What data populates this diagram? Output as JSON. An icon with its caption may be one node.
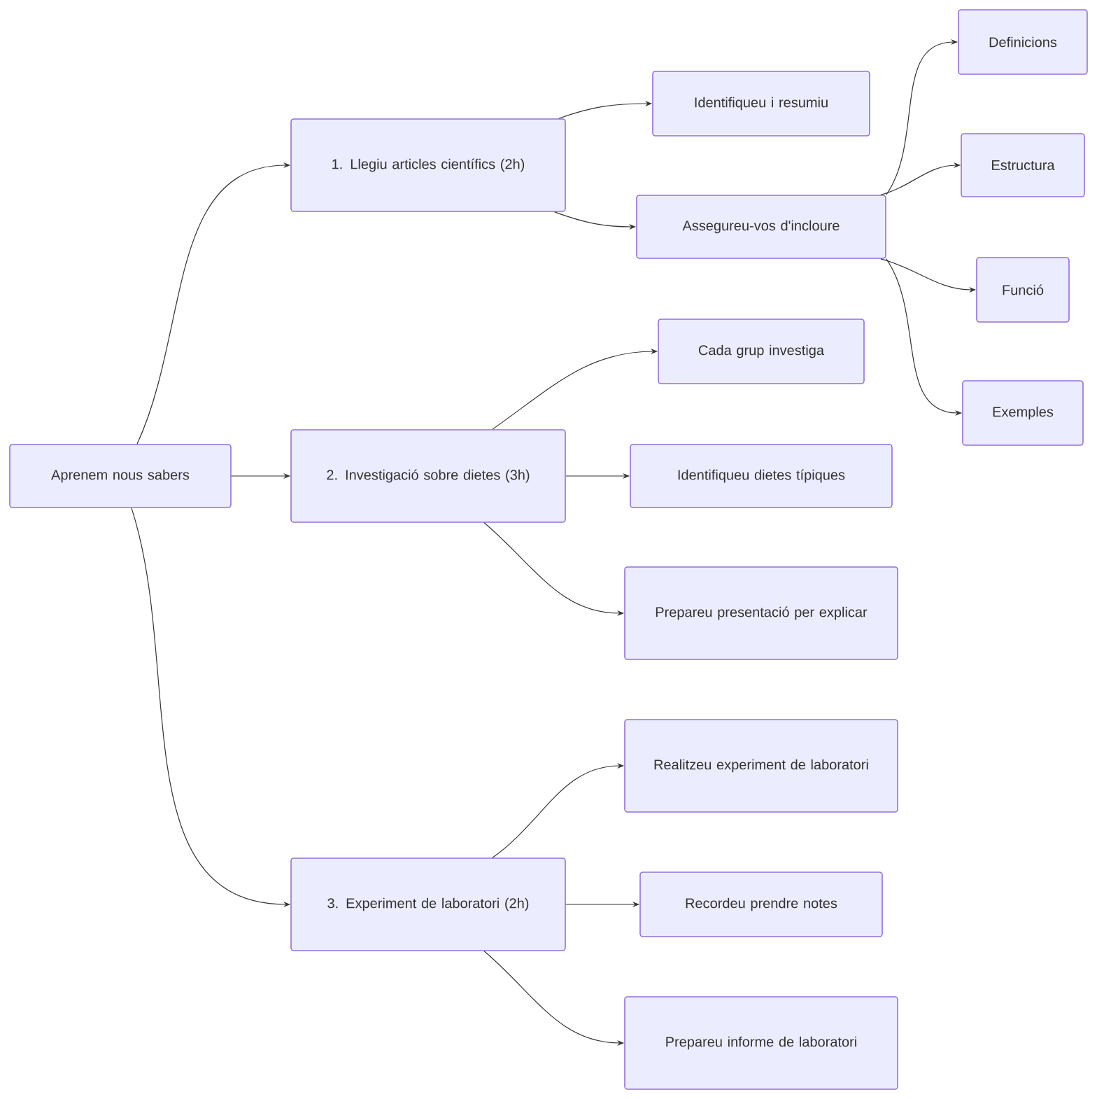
{
  "diagram": {
    "nodes": [
      {
        "text": [
          "Aprenem nous sabers"
        ]
      },
      {
        "text": [
          "1. Llegiu articles científics (2h)"
        ]
      },
      {
        "text": [
          "2. Investigació sobre dietes (3h)"
        ]
      },
      {
        "text": [
          "3. Experiment de laboratori (2h)"
        ]
      },
      {
        "text": [
          "Identifiqueu i resumiu"
        ]
      },
      {
        "text": [
          "Assegureu-vos d'incloure"
        ]
      },
      {
        "text": [
          "Definicions"
        ]
      },
      {
        "text": [
          "Estructura"
        ]
      },
      {
        "text": [
          "Funció"
        ]
      },
      {
        "text": [
          "Exemples"
        ]
      },
      {
        "text": [
          "Cada grup investiga"
        ]
      },
      {
        "text": [
          "Identifiqueu dietes típiques"
        ]
      },
      {
        "text": [
          "Prepareu presentació per explicar"
        ]
      },
      {
        "text": [
          "Realitzeu experiment de laboratori"
        ]
      },
      {
        "text": [
          "Recordeu prendre notes"
        ]
      },
      {
        "text": [
          "Prepareu informe de laboratori"
        ]
      }
    ],
    "edges": [
      {
        "from": 0,
        "to": 1,
        "arrow": "to"
      },
      {
        "from": 0,
        "to": 2,
        "arrow": "to"
      },
      {
        "from": 0,
        "to": 3,
        "arrow": "to"
      },
      {
        "from": 1,
        "to": 4,
        "arrow": "to"
      },
      {
        "from": 1,
        "to": 5,
        "arrow": "to"
      },
      {
        "from": 5,
        "to": 6,
        "arrow": "to"
      },
      {
        "from": 5,
        "to": 7,
        "arrow": "to"
      },
      {
        "from": 5,
        "to": 8,
        "arrow": "to"
      },
      {
        "from": 5,
        "to": 9,
        "arrow": "to"
      },
      {
        "from": 2,
        "to": 10,
        "arrow": "to"
      },
      {
        "from": 2,
        "to": 11,
        "arrow": "to"
      },
      {
        "from": 2,
        "to": 12,
        "arrow": "to"
      },
      {
        "from": 3,
        "to": 13,
        "arrow": "to"
      },
      {
        "from": 3,
        "to": 14,
        "arrow": "to"
      },
      {
        "from": 3,
        "to": 15,
        "arrow": "to"
      }
    ]
  }
}
